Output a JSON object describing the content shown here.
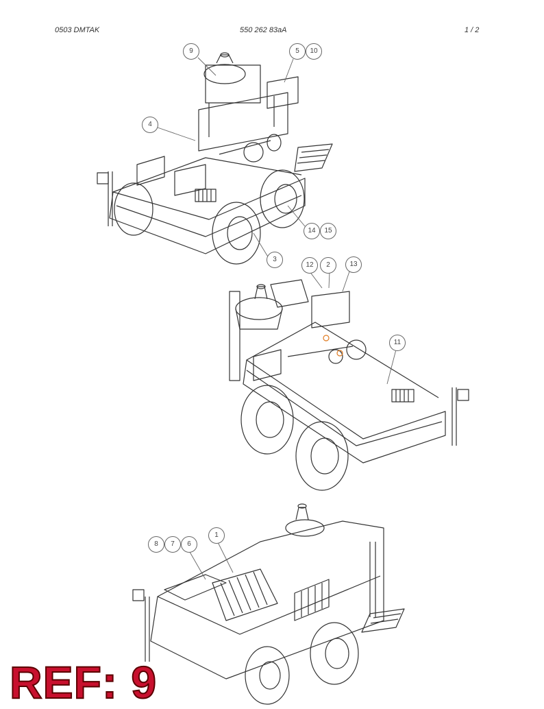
{
  "header": {
    "left": "0503 DMTAK",
    "center": "550 262 83aA",
    "right": "1 /   2"
  },
  "callouts": {
    "view1": [
      "9",
      "5",
      "10",
      "4",
      "3",
      "14",
      "15"
    ],
    "view2": [
      "12",
      "2",
      "13",
      "11"
    ],
    "view3": [
      "8",
      "7",
      "6",
      "1"
    ]
  },
  "reference": "REF: 9",
  "colors": {
    "reference": "#c8102e",
    "line": "#333333",
    "highlight": "#e07a1f"
  }
}
